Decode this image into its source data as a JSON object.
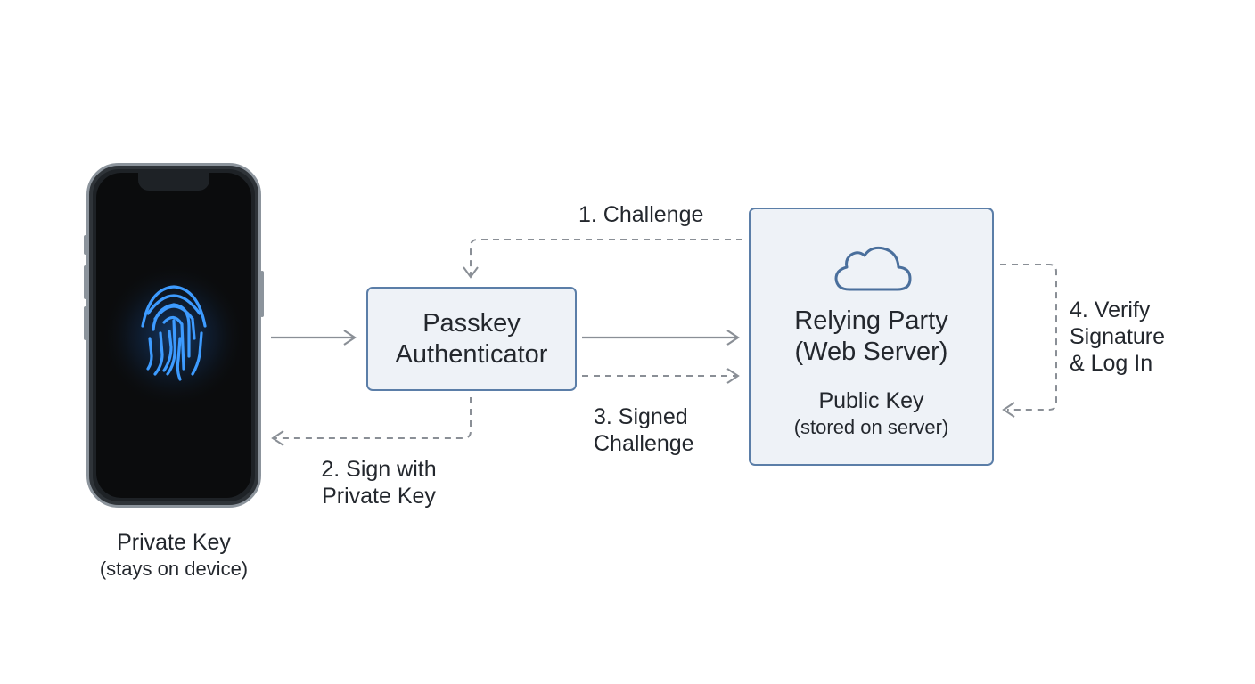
{
  "device": {
    "caption_line1": "Private Key",
    "caption_line2": "(stays on device)",
    "screen_icon": "fingerprint-icon"
  },
  "authenticator": {
    "title_line1": "Passkey",
    "title_line2": "Authenticator"
  },
  "server": {
    "icon": "cloud-icon",
    "title_line1": "Relying Party",
    "title_line2": "(Web Server)",
    "key_line1": "Public Key",
    "key_line2": "(stored on server)"
  },
  "steps": {
    "step1": "1. Challenge",
    "step2_line1": "2. Sign with",
    "step2_line2": "Private Key",
    "step3_line1": "3. Signed",
    "step3_line2": "Challenge",
    "step4_line1": "4. Verify",
    "step4_line2": "Signature",
    "step4_line3": "& Log In"
  },
  "colors": {
    "box_fill": "#eef2f7",
    "box_border": "#5b7ea8",
    "arrow": "#8a8f96",
    "fingerprint_glow": "#2f8cff",
    "cloud": "#4a6f9c"
  }
}
